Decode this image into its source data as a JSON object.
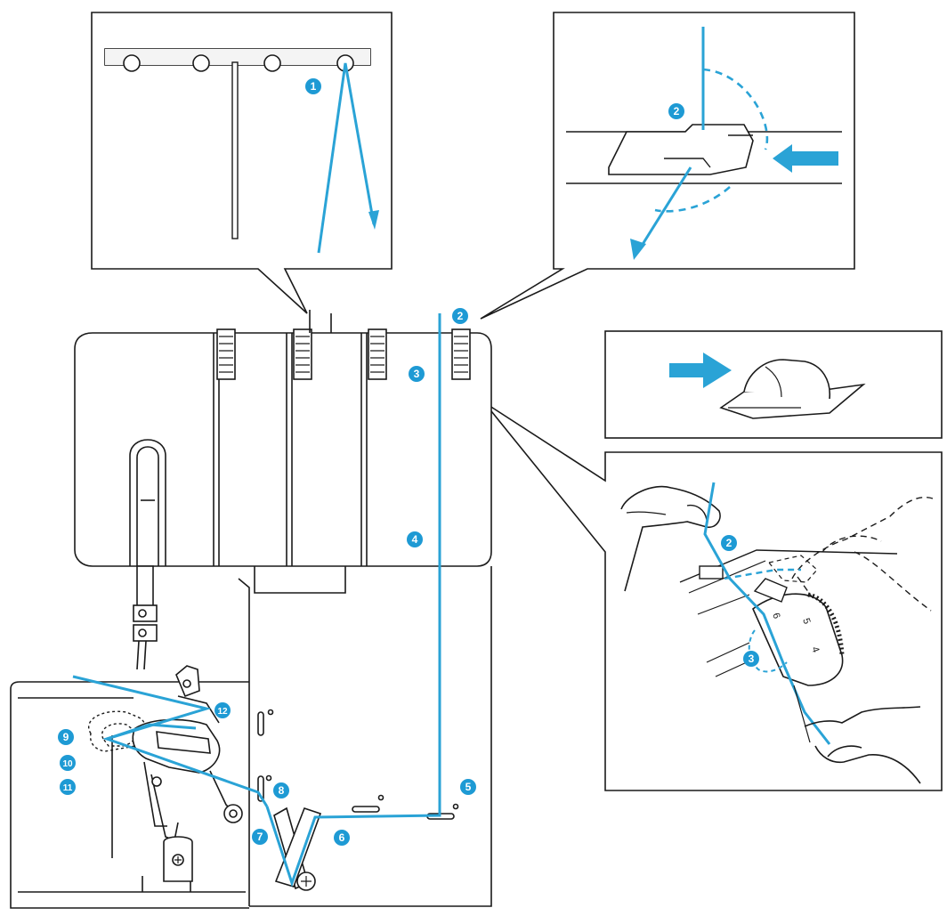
{
  "colors": {
    "line": "#1a1a1a",
    "thread": "#2aa3d6",
    "marker": "#1e9ad4",
    "marker_text": "#ffffff",
    "background": "#ffffff"
  },
  "main_view": {
    "markers": {
      "m2": "2",
      "m3": "3",
      "m4": "4",
      "m5": "5",
      "m6": "6",
      "m7": "7",
      "m8": "8",
      "m9": "9",
      "m10": "10",
      "m11": "11",
      "m12": "12"
    }
  },
  "inset_thread_guide": {
    "markers": {
      "m1": "1"
    }
  },
  "inset_tension_slot": {
    "markers": {
      "m2": "2"
    }
  },
  "inset_hand_threading": {
    "markers": {
      "m2": "2",
      "m3": "3"
    },
    "dial_numbers": [
      "6",
      "5",
      "4"
    ]
  },
  "icons": {
    "arrow": "right-arrow-icon",
    "tension_disc": "tension-disc-icon"
  }
}
